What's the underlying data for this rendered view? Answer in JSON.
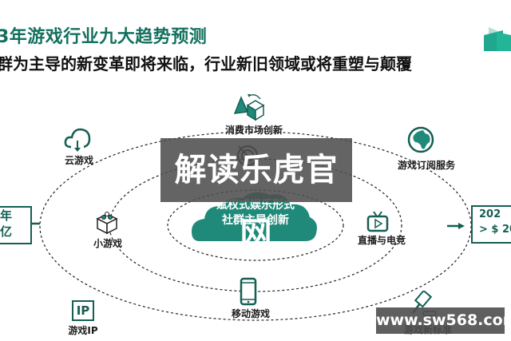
{
  "header": {
    "title": "3年游戏行业九大趋势预测",
    "subtitle": "群为主导的新变革即将来临，行业新旧领域或将重塑与颠覆"
  },
  "colors": {
    "accent": "#13705f",
    "accent_dark": "#155e52",
    "cloud_fill": "#1f8a7a",
    "watermark_bg": "#4e4e4e"
  },
  "diagram": {
    "center": {
      "line1": "赋权式娱乐形式",
      "line2": "社群主导创新"
    },
    "left_box": {
      "line1": "年",
      "line2": "亿"
    },
    "right_box": {
      "line1": "202",
      "line2": "> $ 20"
    },
    "trends": [
      {
        "label": "消费市场创新",
        "icon": "geometry-cube-icon"
      },
      {
        "label": "云游戏",
        "icon": "cloud-download-icon"
      },
      {
        "label": "游戏订阅服务",
        "icon": "globe-icon"
      },
      {
        "label": "小游戏",
        "icon": "lego-block-icon"
      },
      {
        "label": "直播与电竞",
        "icon": "tv-play-icon"
      },
      {
        "label": "移动游戏",
        "icon": "mobile-phone-icon"
      },
      {
        "label": "游戏IP",
        "icon": "ip-badge-icon",
        "badge": "IP"
      },
      {
        "label": "游戏新标准",
        "icon": "gavel-icon"
      },
      {
        "label": "",
        "icon": "target-arrow-icon"
      }
    ]
  },
  "watermarks": {
    "center": "解读乐虎官网",
    "bottom_right": "www.sw568.com"
  }
}
